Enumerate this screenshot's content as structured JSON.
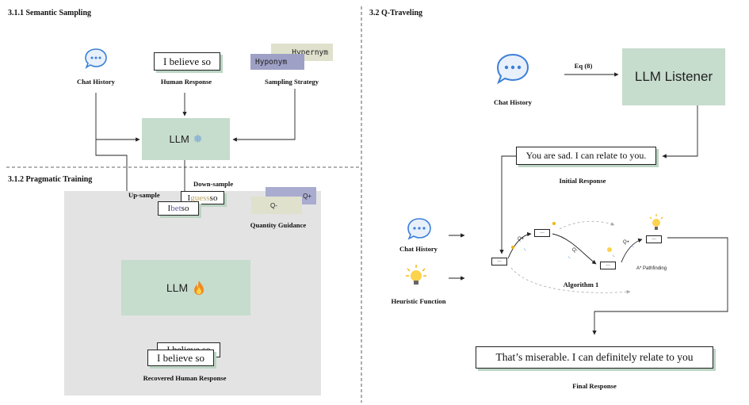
{
  "left": {
    "section_sampling": "3.1.1 Semantic Sampling",
    "section_training": "3.1.2 Pragmatic Training",
    "chat_history": "Chat History",
    "human_response_box": "I believe so",
    "human_response_label": "Human Response",
    "sampling_strategy": "Sampling Strategy",
    "hypernym": "Hypernym",
    "hyponym": "Hyponym",
    "llm": "LLM",
    "upsample": "Up-sample",
    "downsample": "Down-sample",
    "guess_prefix": "I ",
    "guess_word": "guess",
    "guess_suffix": " so",
    "bet_prefix": "I ",
    "bet_word": "bet",
    "bet_suffix": " so",
    "q_plus": "Q+",
    "q_minus": "Q-",
    "quantity_guidance": "Quantity Guidance",
    "llm_train": "LLM",
    "behind_text": "I believe so",
    "recovered_box": "I believe so",
    "recovered_label": "Recovered Human Response"
  },
  "right": {
    "section_q": "3.2 Q-Traveling",
    "chat_history": "Chat History",
    "eq": "Eq (8)",
    "llm_listener": "LLM Listener",
    "initial_box": "You are sad. I can relate to you.",
    "initial_label": "Initial Response",
    "chat_history2": "Chat History",
    "heuristic": "Heuristic Function",
    "algorithm": "Algorithm 1",
    "astar": "A* Pathfinding",
    "qplus_a": "Q+",
    "qplus_b": "Q+",
    "qminus": "Q-",
    "dots": "...",
    "final_box": "That’s miserable. I can definitely relate to you",
    "final_label": "Final Response"
  }
}
